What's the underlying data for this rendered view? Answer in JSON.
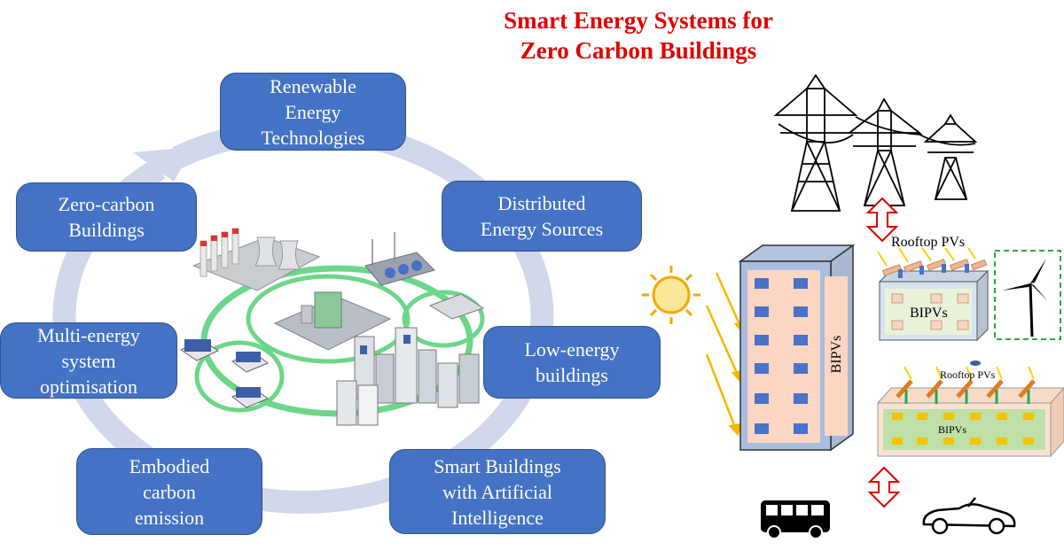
{
  "title": {
    "line1": "Smart Energy Systems for",
    "line2": "Zero Carbon Buildings"
  },
  "cycle_boxes": [
    {
      "id": "renewable",
      "label": "Renewable\nEnergy\nTechnologies"
    },
    {
      "id": "distributed",
      "label": "Distributed\nEnergy Sources"
    },
    {
      "id": "low-energy",
      "label": "Low-energy\nbuildings"
    },
    {
      "id": "smart-buildings",
      "label": "Smart  Buildings\nwith Artificial\nIntelligence"
    },
    {
      "id": "embodied",
      "label": "Embodied\ncarbon\nemission"
    },
    {
      "id": "multi-energy",
      "label": "Multi-energy\nsystem\noptimisation"
    },
    {
      "id": "zero-carbon",
      "label": "Zero-carbon\nBuildings"
    }
  ],
  "right_labels": {
    "rooftop_pvs_1": "Rooftop PVs",
    "bipvs_1": "BIPVs",
    "bipvs_tall": "BIPVs",
    "rooftop_pvs_2": "Rooftop PVs",
    "bipvs_2": "BIPVs"
  },
  "colors": {
    "title": "#e00000",
    "box_fill": "#4472c4",
    "cycle_arrow": "#d0d7ea",
    "exchange_arrow": "#e00000",
    "sun": "#f5a800"
  }
}
